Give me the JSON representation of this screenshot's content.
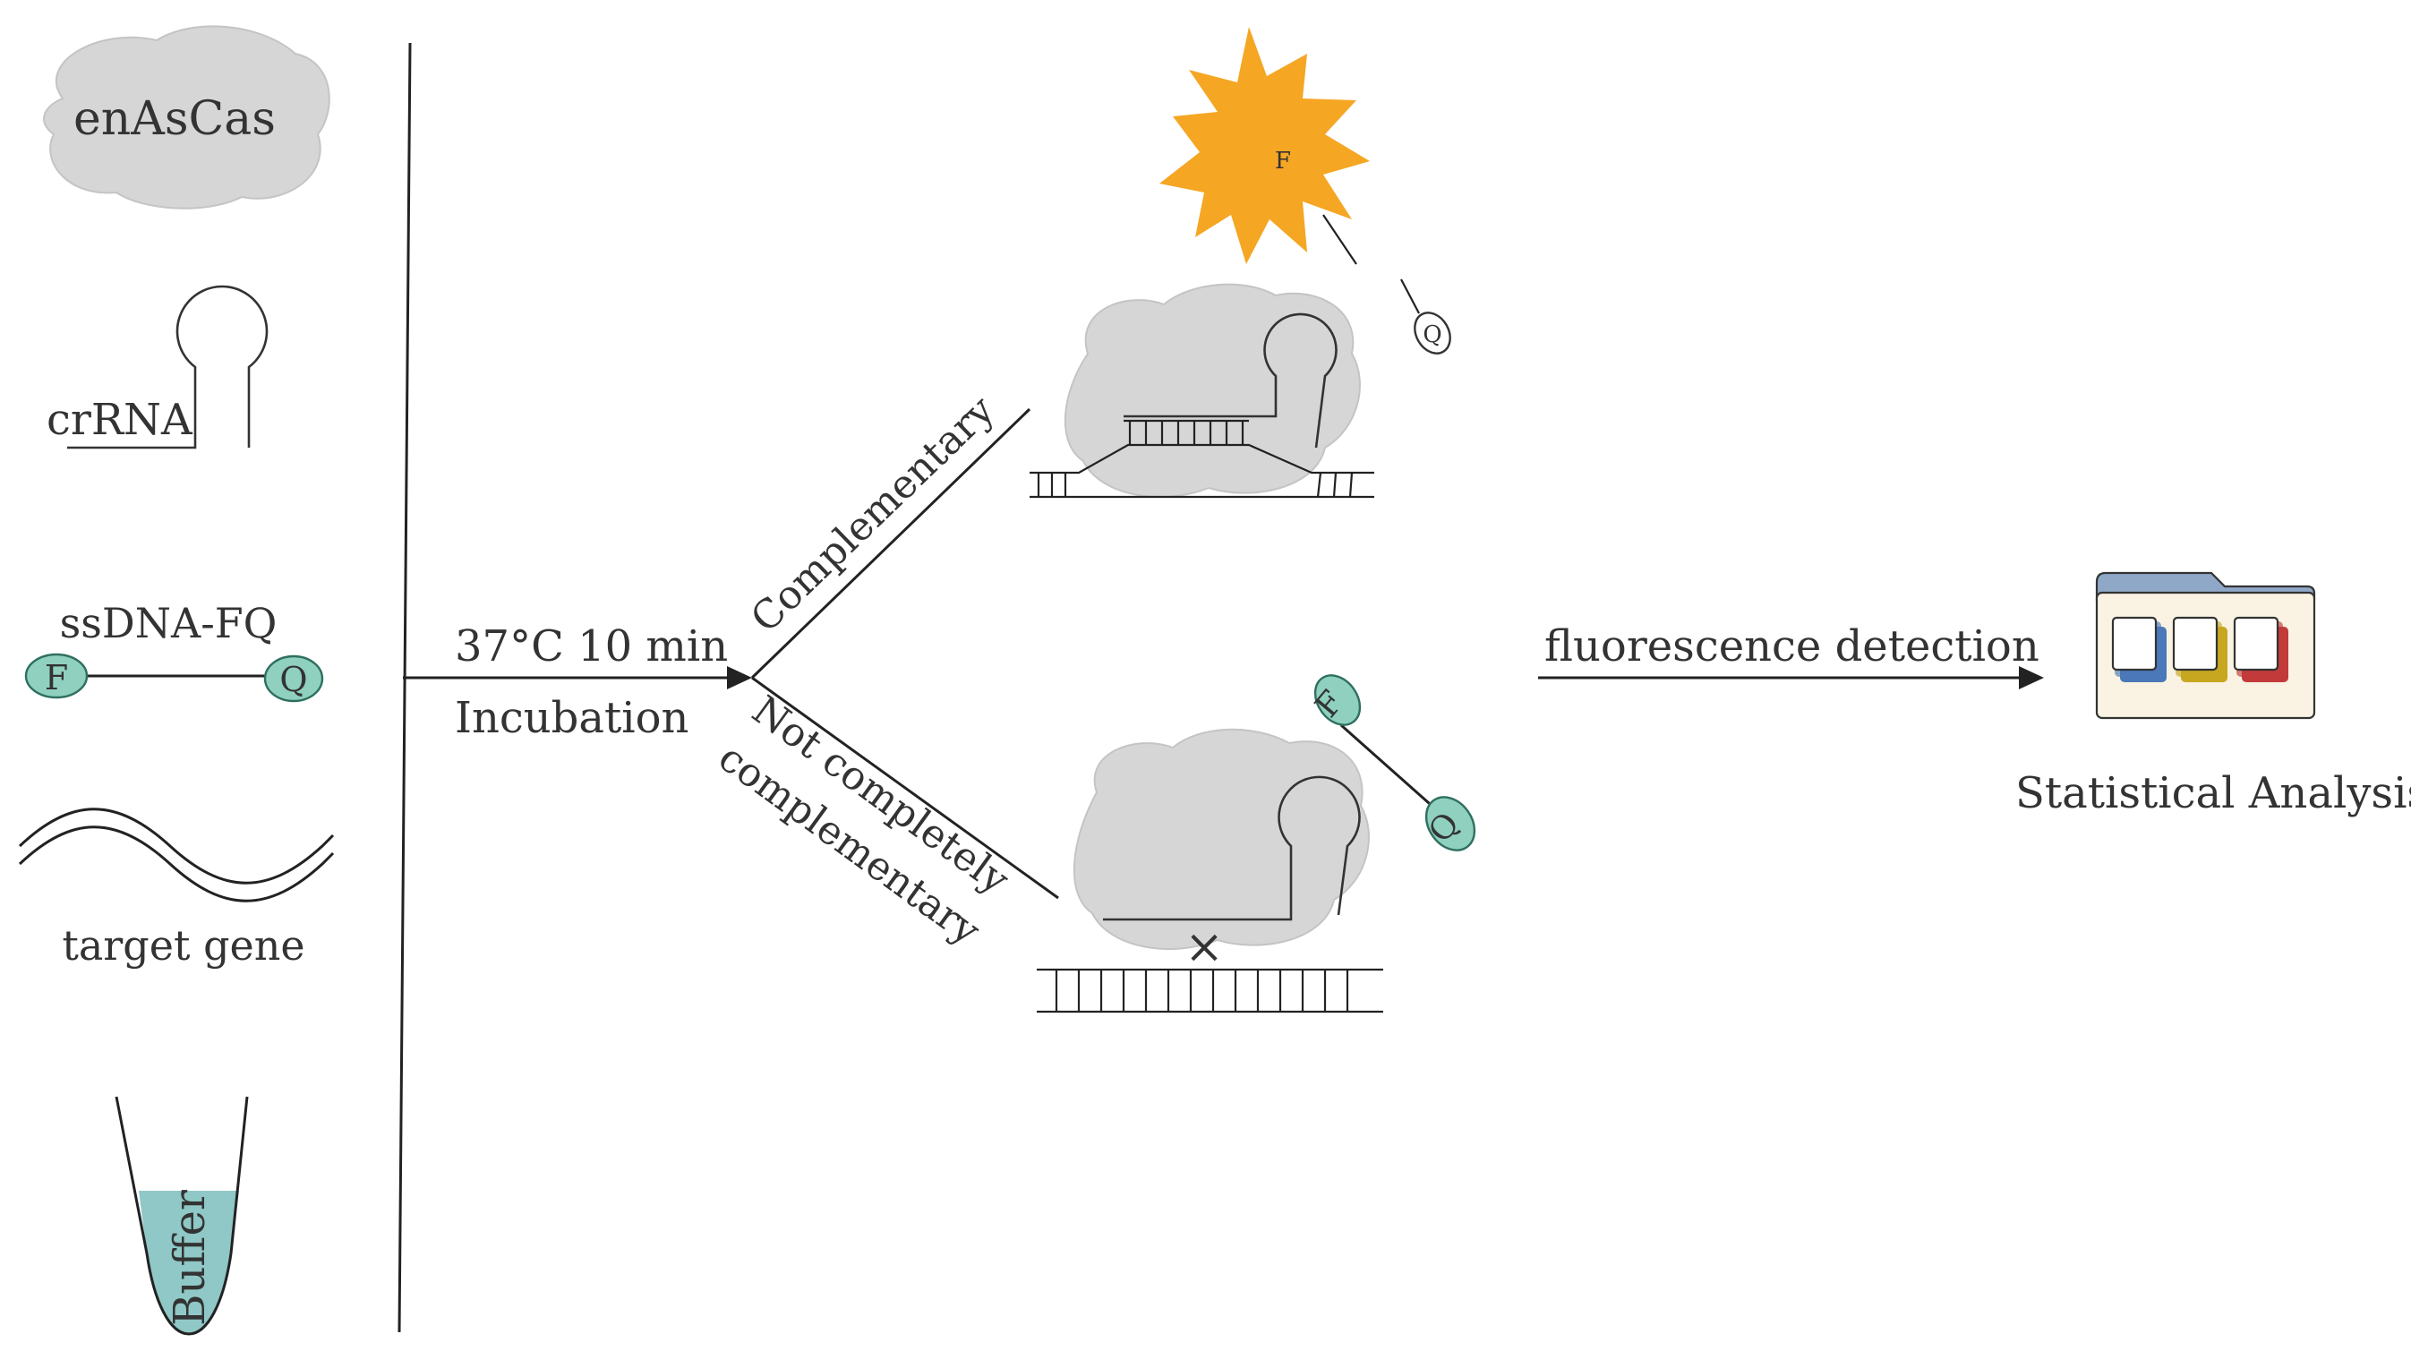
{
  "colors": {
    "protein_fill": "#d6d6d6",
    "protein_stroke": "#c4c4c4",
    "dye_fill": "#8fd0bf",
    "dye_stroke": "#2f6f5f",
    "burst_fill": "#f5a623",
    "buffer_fill": "#8fc8c6",
    "folder_tab": "#8fa8c8",
    "folder_body": "#faf3e3",
    "card_blue": "#4a78b8",
    "card_yellow": "#c7a620",
    "card_red": "#c23a3a"
  },
  "components": {
    "enzyme": "enAsCas",
    "crrna": "crRNA",
    "reporter": "ssDNA-FQ",
    "fluorophore": "F",
    "quencher": "Q",
    "target": "target gene",
    "buffer": "Buffer"
  },
  "reaction": {
    "condition": "37°C 10 min",
    "step": "Incubation"
  },
  "branches": {
    "match": "Complementary",
    "mismatch_line1": "Not completely",
    "mismatch_line2": "complementary",
    "mismatch_marker": "×"
  },
  "detection": {
    "label": "fluorescence detection",
    "result": "Statistical Analysis",
    "icon": "folder-with-cards-icon"
  }
}
